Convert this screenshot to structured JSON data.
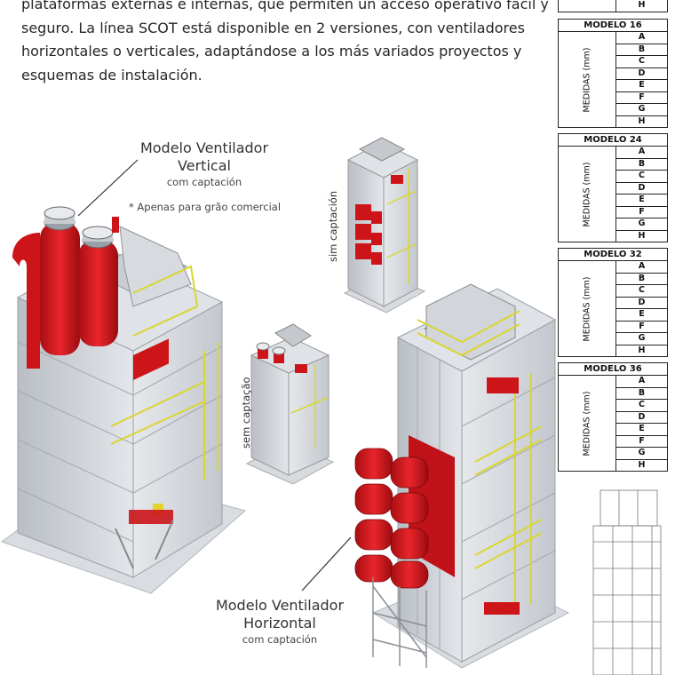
{
  "intro": {
    "text": "plataformas externas e internas, que permiten un acceso operativo fácil y seguro. La línea SCOT está disponible en 2 versiones, con ventiladores horizontales o verticales, adaptándose a los más variados proyectos y esquemas de instalación."
  },
  "labels": {
    "vertical_title_1": "Modelo Ventilador",
    "vertical_title_2": "Vertical",
    "vertical_sub": "com captación",
    "vertical_note": "* Apenas para grão comercial",
    "horizontal_title_1": "Modelo Ventilador",
    "horizontal_title_2": "Horizontal",
    "horizontal_sub": "com captación",
    "sim_captacion": "sim captación",
    "sem_captacao": "sem captação"
  },
  "tables": [
    {
      "title": "",
      "side": "",
      "rows": [
        "H"
      ]
    },
    {
      "title": "MODELO 16",
      "side": "MEDIDAS (mm)",
      "rows": [
        "A",
        "B",
        "C",
        "D",
        "E",
        "F",
        "G",
        "H"
      ]
    },
    {
      "title": "MODELO 24",
      "side": "MEDIDAS (mm)",
      "rows": [
        "A",
        "B",
        "C",
        "D",
        "E",
        "F",
        "G",
        "H"
      ]
    },
    {
      "title": "MODELO 32",
      "side": "MEDIDAS (mm)",
      "rows": [
        "A",
        "B",
        "C",
        "D",
        "E",
        "F",
        "G",
        "H"
      ]
    },
    {
      "title": "MODELO 36",
      "side": "MEDIDAS (mm)",
      "rows": [
        "A",
        "B",
        "C",
        "D",
        "E",
        "F",
        "G",
        "H"
      ]
    }
  ],
  "colors": {
    "accent_red": "#d8161b",
    "panel_grey": "#cfd3d8",
    "rail_yellow": "#e6e23a"
  }
}
